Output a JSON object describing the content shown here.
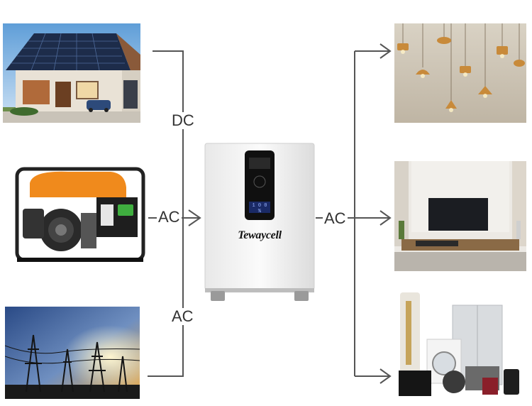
{
  "sources": [
    {
      "name": "solar-house",
      "link_label": "DC"
    },
    {
      "name": "generator",
      "link_label": "AC"
    },
    {
      "name": "power-grid",
      "link_label": "AC"
    }
  ],
  "device": {
    "brand": "Tewaycell",
    "display_text": "1 0 0 %"
  },
  "output_label": "AC",
  "loads": [
    "pendant-lights",
    "living-room",
    "home-appliances"
  ]
}
